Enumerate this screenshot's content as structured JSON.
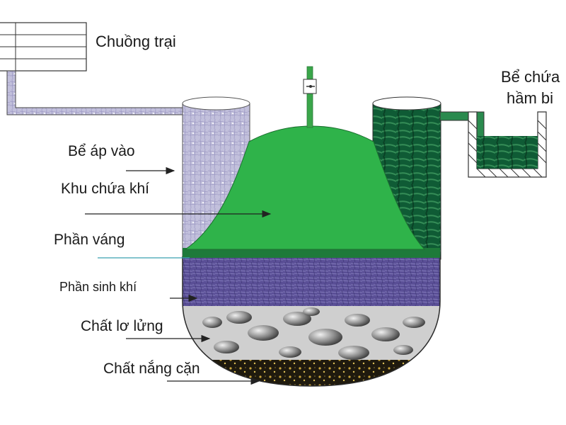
{
  "labels": {
    "barn": "Chuồng trại",
    "outlet_tank_line1": "Bể chứa",
    "outlet_tank_line2": "hầm bi",
    "inlet_tank": "Bể áp vào",
    "gas_storage": "Khu chứa khí",
    "scum_layer": "Phần váng",
    "active_layer": "Phần sinh khí",
    "suspended_solids": "Chất lơ lửng",
    "sediment": "Chất nắng cặn"
  },
  "colors": {
    "gas_dome": "#2fb34a",
    "gas_pipe": "#3aa64a",
    "inlet_texture": "#b9b7d6",
    "outlet_texture": "#0e5a34",
    "active_layer": "#5a4f96",
    "scum_layer": "#1e7a3a",
    "suspended_layer": "#c8c8c8",
    "sediment_layer": "#2a2414",
    "outline": "#222222"
  },
  "icons": [
    "gas-valve-icon",
    "arrow-icon"
  ]
}
